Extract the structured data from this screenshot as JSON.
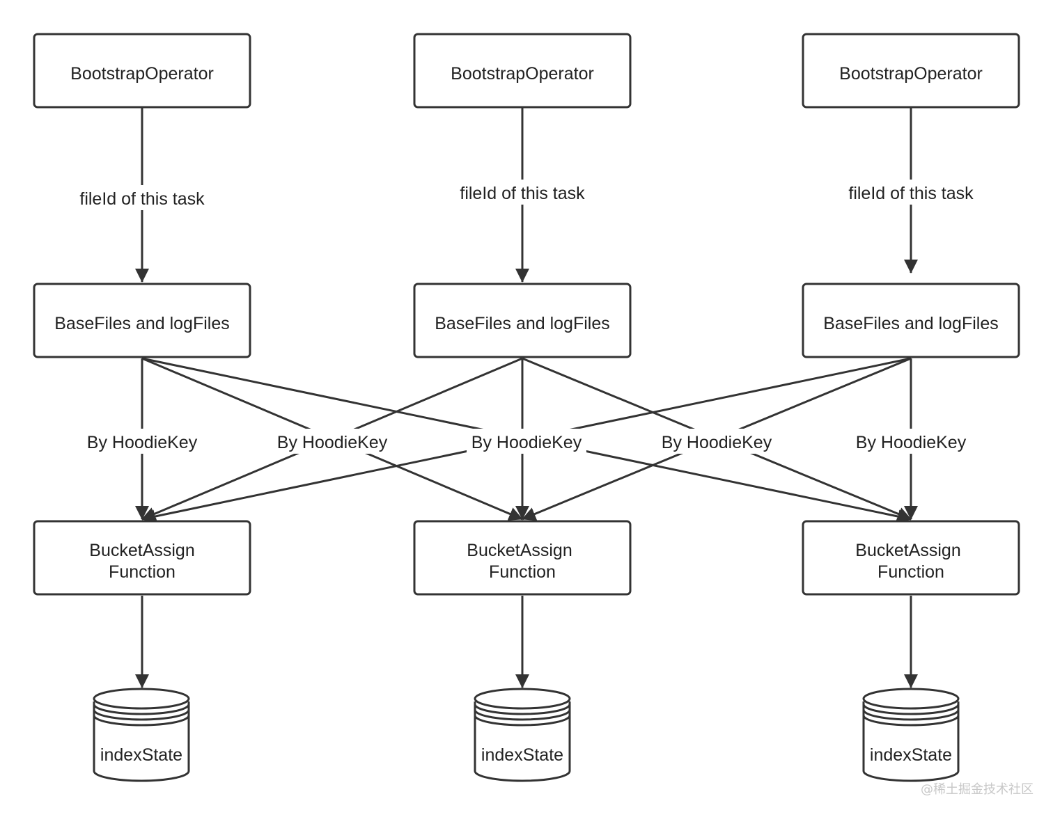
{
  "nodes": {
    "bootstrap": [
      "BootstrapOperator",
      "BootstrapOperator",
      "BootstrapOperator"
    ],
    "files": [
      "BaseFiles and logFiles",
      "BaseFiles and logFiles",
      "BaseFiles and logFiles"
    ],
    "bucket": [
      {
        "line1": "BucketAssign",
        "line2": "Function"
      },
      {
        "line1": "BucketAssign",
        "line2": "Function"
      },
      {
        "line1": "BucketAssign",
        "line2": "Function"
      }
    ],
    "state": [
      "indexState",
      "indexState",
      "indexState"
    ]
  },
  "edge_labels": {
    "fileid": [
      "fileId of this task",
      "fileId of this task",
      "fileId of this task"
    ],
    "hoodiekey": [
      "By HoodieKey",
      "By HoodieKey",
      "By HoodieKey",
      "By HoodieKey",
      "By HoodieKey"
    ]
  },
  "watermark": "@稀土掘金技术社区",
  "colors": {
    "stroke": "#333333",
    "text": "#222222"
  }
}
